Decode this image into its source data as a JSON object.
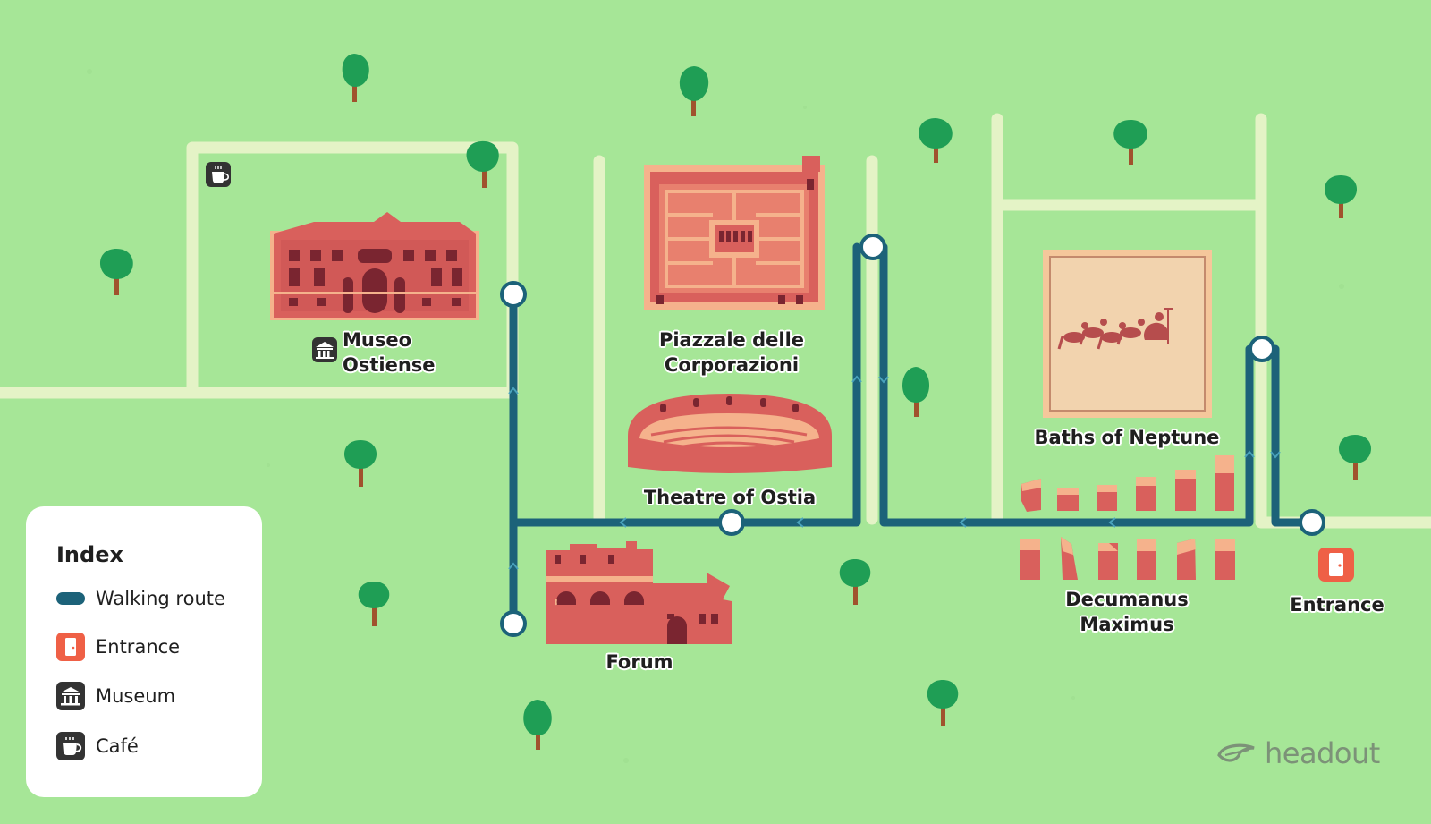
{
  "map": {
    "labels": {
      "museo": [
        "Museo",
        "Ostiense"
      ],
      "piazzale": [
        "Piazzale delle",
        "Corporazioni"
      ],
      "theatre": "Theatre of Ostia",
      "forum": "Forum",
      "baths": "Baths of Neptune",
      "decumanus": [
        "Decumanus",
        "Maximus"
      ],
      "entrance": "Entrance"
    },
    "colors": {
      "grass": "#a6e697",
      "path": "#e4f3c6",
      "route": "#1c6279",
      "ruin": "#d9605c",
      "ruin_light": "#f5b28c",
      "tree": "#1f9e55",
      "trunk": "#a0522d",
      "entrance": "#ef6046",
      "icon_dark": "#333333"
    }
  },
  "legend": {
    "title": "Index",
    "items": [
      {
        "label": "Walking route",
        "icon": "route-swatch"
      },
      {
        "label": "Entrance",
        "icon": "door-icon"
      },
      {
        "label": "Museum",
        "icon": "museum-icon"
      },
      {
        "label": "Café",
        "icon": "cup-icon"
      }
    ]
  },
  "brand": {
    "name": "headout"
  }
}
